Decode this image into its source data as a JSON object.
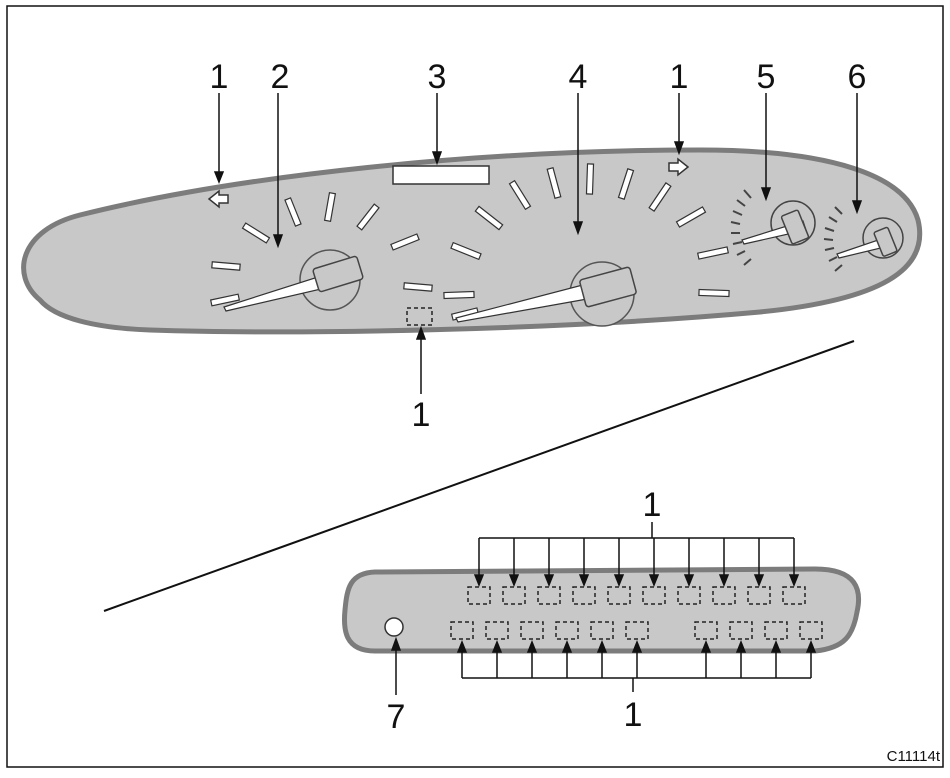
{
  "figure_code": "C11114t",
  "callouts": {
    "c1_left_arrow": "1",
    "c2_tachometer": "2",
    "c3_display": "3",
    "c4_speedometer": "4",
    "c1_right_arrow": "1",
    "c5_gauge": "5",
    "c6_gauge": "6",
    "c1_lower_lamp": "1",
    "c1_panel_top": "1",
    "c1_panel_bottom": "1",
    "c7_knob": "7"
  },
  "colors": {
    "panel_fill": "#c8c8c8",
    "panel_edge": "#7c7c7c",
    "line": "#111111"
  }
}
